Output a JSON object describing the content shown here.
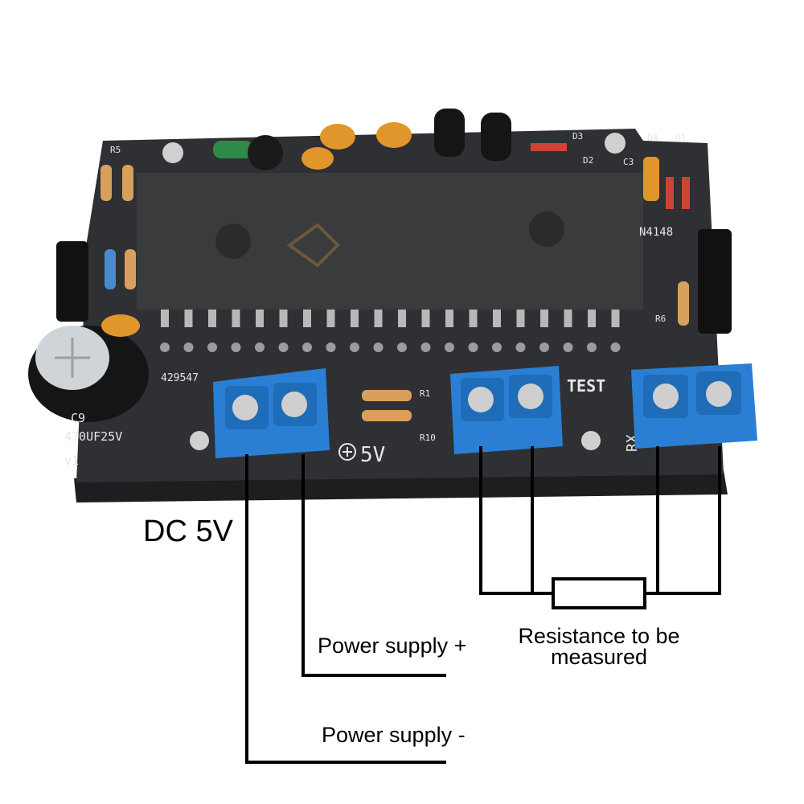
{
  "labels": {
    "dc_5v": "DC 5V",
    "power_plus": "Power supply +",
    "power_minus": "Power supply -",
    "resistance_line1": "Resistance to be",
    "resistance_line2": "measured"
  },
  "board": {
    "test_label": "TEST",
    "plus5v_label": "5V",
    "rx_label": "RX",
    "capacitor_value": "470UF25V",
    "capacitor_ref": "C9",
    "version": "v1",
    "diode_label": "N4148",
    "chip_code": "429547",
    "refs": [
      "R5",
      "R1",
      "R10",
      "R6",
      "D3",
      "D4",
      "D1",
      "D2",
      "C3"
    ]
  },
  "colors": {
    "pcb": "#2f3033",
    "pcb_edge": "#1d1e20",
    "terminal_blue": "#2a7fd4",
    "chip": "#3a3b3d",
    "wire": "#000000"
  },
  "icons": {
    "screw": "screw-head-icon",
    "plus_circle": "plus-circle-icon"
  }
}
